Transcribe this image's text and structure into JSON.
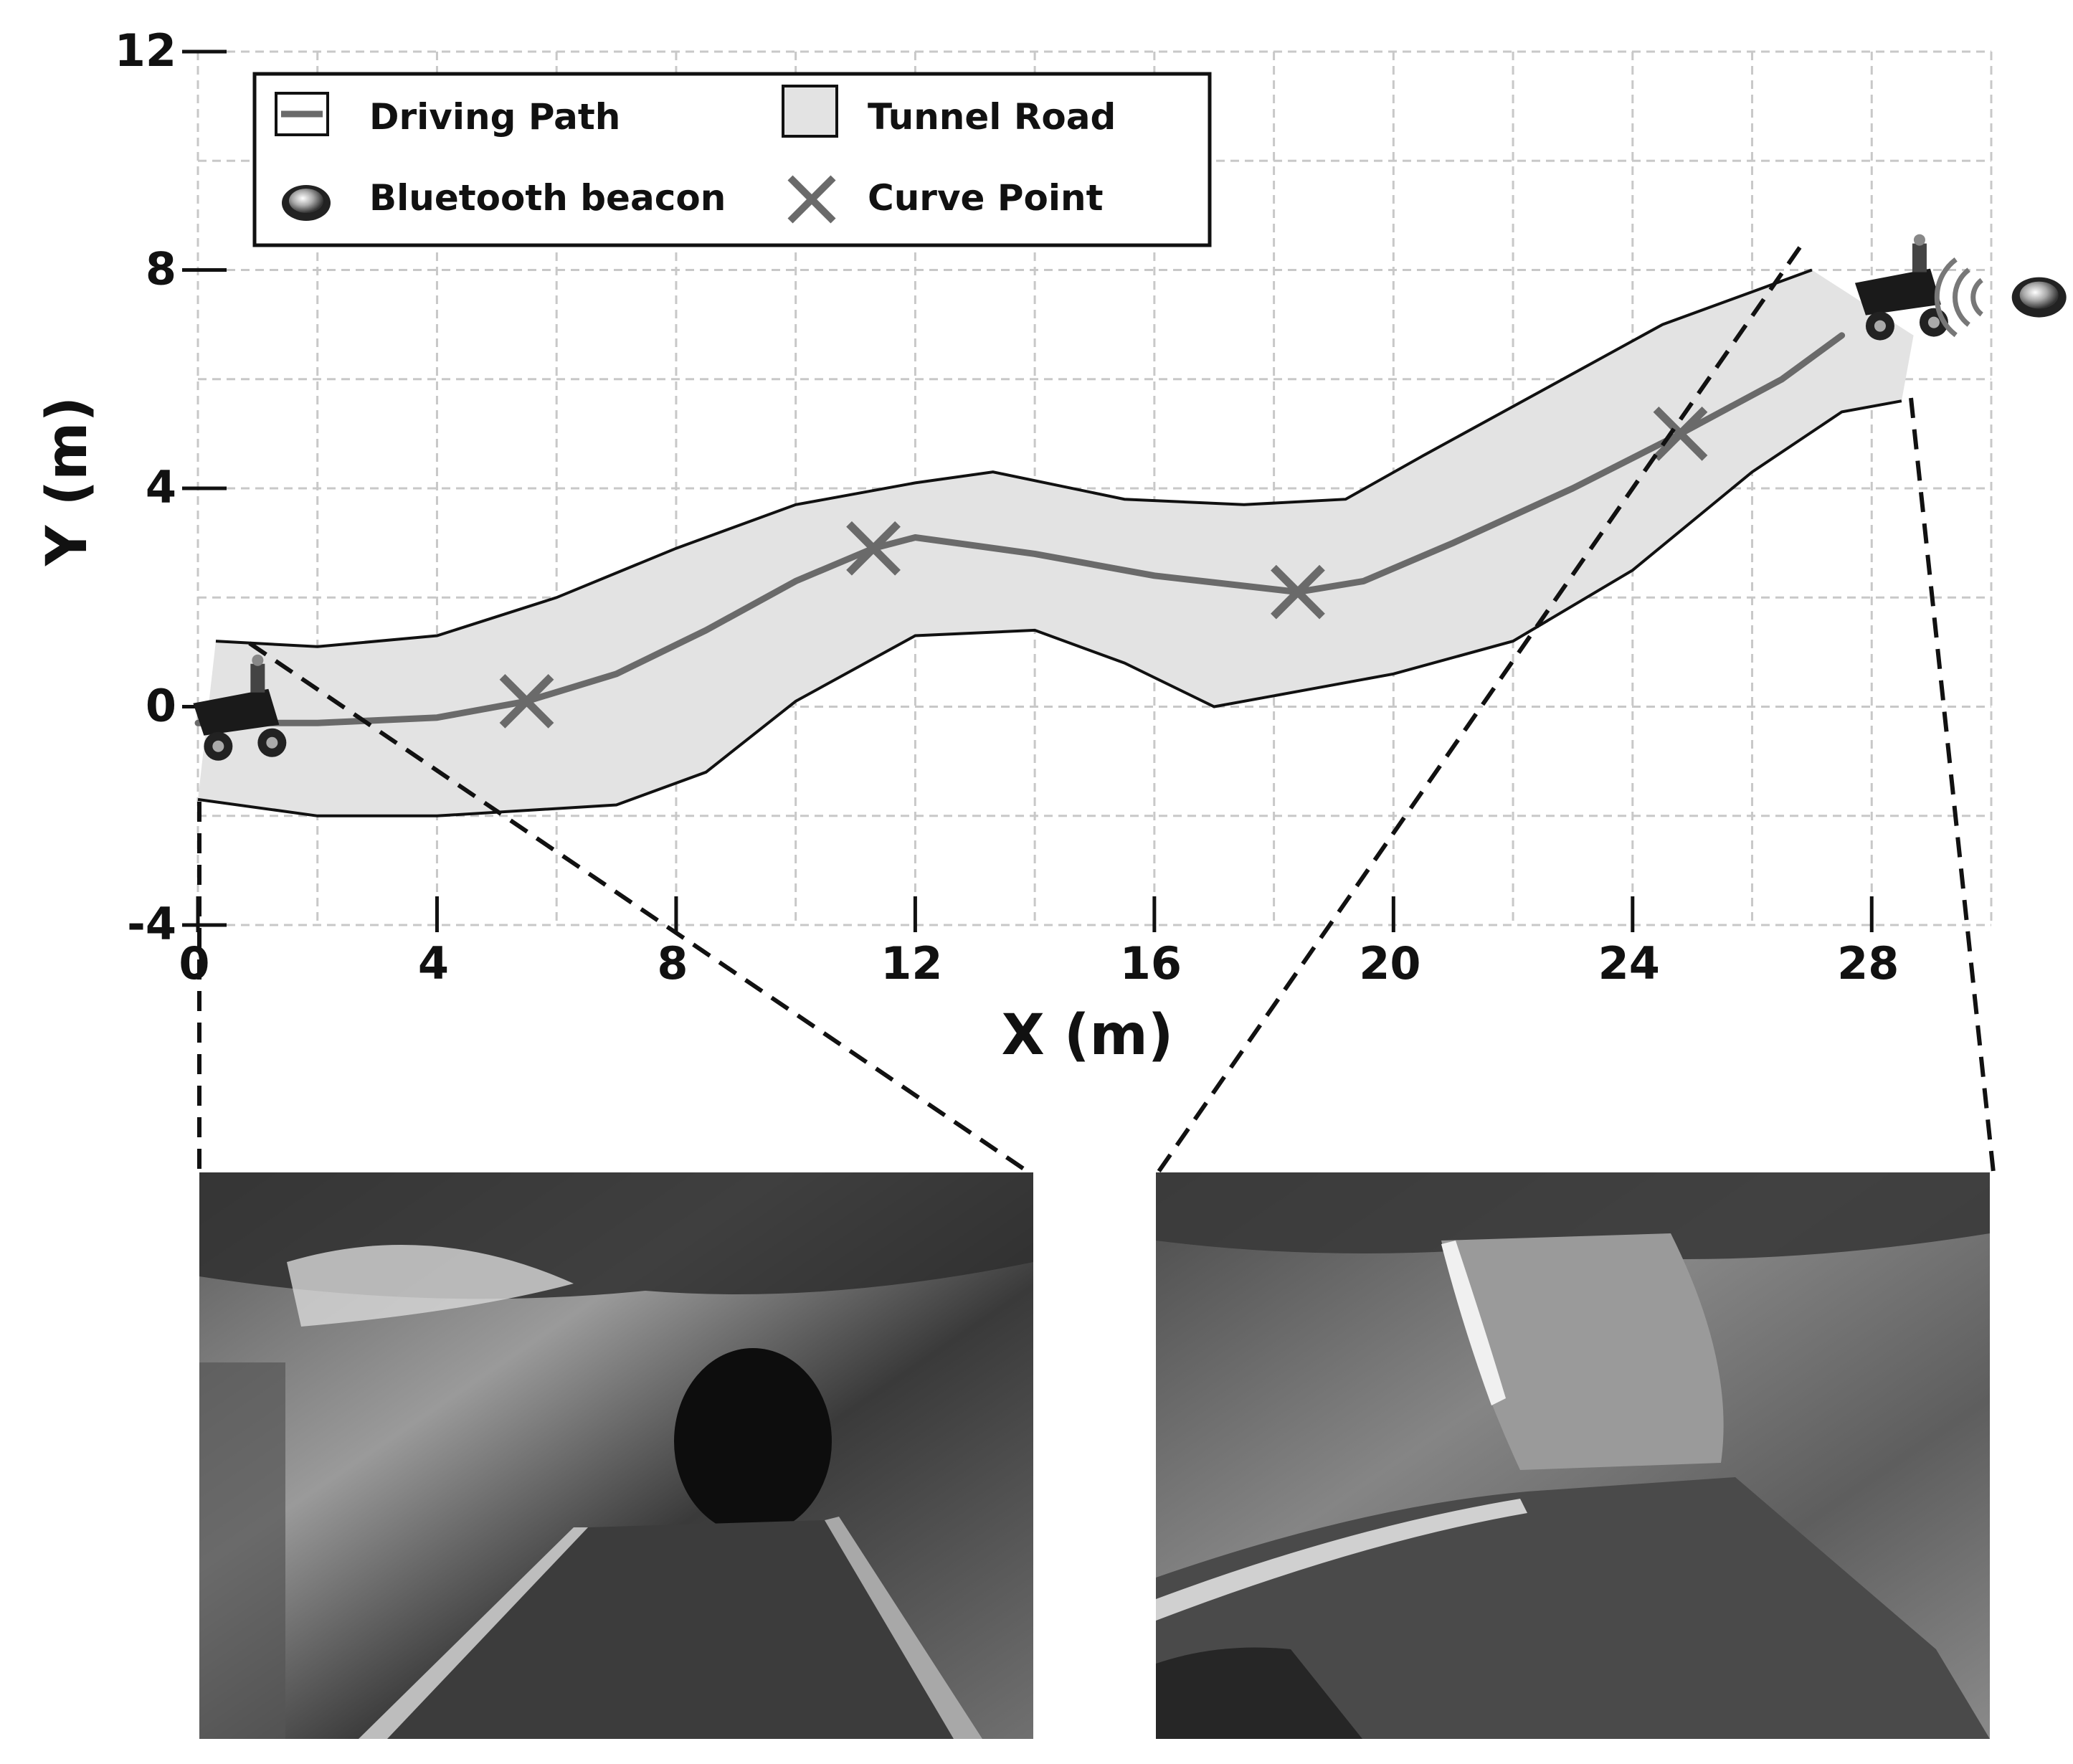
{
  "chart_data": {
    "type": "line",
    "xlabel": "X (m)",
    "ylabel": "Y (m)",
    "xlim": [
      0,
      30
    ],
    "ylim": [
      -4,
      12
    ],
    "xticks": [
      0,
      4,
      8,
      12,
      16,
      20,
      24,
      28
    ],
    "yticks": [
      -4,
      0,
      4,
      8,
      12
    ],
    "grid": true,
    "legend": {
      "placement": "top-left",
      "items": [
        {
          "label": "Driving Path",
          "marker": "line"
        },
        {
          "label": "Tunnel Road",
          "marker": "shaded-area"
        },
        {
          "label": "Bluetooth beacon",
          "marker": "beacon-icon"
        },
        {
          "label": "Curve Point",
          "marker": "x-marker"
        }
      ]
    },
    "driving_path": {
      "x": [
        0,
        2,
        4,
        5.5,
        7,
        8.5,
        10,
        11.3,
        12,
        14,
        16,
        18.4,
        19.5,
        21,
        23,
        24.8,
        26.5,
        27.5
      ],
      "y": [
        -0.3,
        -0.3,
        -0.2,
        0.1,
        0.6,
        1.4,
        2.3,
        2.9,
        3.1,
        2.8,
        2.4,
        2.1,
        2.3,
        3.0,
        4.0,
        5.0,
        6.0,
        6.8
      ]
    },
    "tunnel_road": {
      "upper": {
        "x": [
          0.3,
          2,
          4,
          6,
          8,
          10,
          12,
          13.3,
          15.5,
          17.5,
          19.2,
          20.5,
          22.5,
          24.5,
          26,
          27
        ],
        "y": [
          1.2,
          1.1,
          1.3,
          2.0,
          2.9,
          3.7,
          4.1,
          4.3,
          3.8,
          3.7,
          3.8,
          4.6,
          5.8,
          7.0,
          7.6,
          8.0
        ]
      },
      "lower": {
        "x": [
          0,
          2,
          4,
          7,
          8.5,
          10,
          12,
          14,
          15.5,
          17,
          18.5,
          20,
          22,
          24,
          26,
          27.5,
          28.5
        ],
        "y": [
          -1.7,
          -2.0,
          -2.0,
          -1.8,
          -1.2,
          0.1,
          1.3,
          1.4,
          0.8,
          0.0,
          0.3,
          0.6,
          1.2,
          2.5,
          4.3,
          5.4,
          5.6
        ]
      }
    },
    "curve_points": {
      "x": [
        5.5,
        11.3,
        18.4,
        24.8
      ],
      "y": [
        0.1,
        2.9,
        2.1,
        5.0
      ]
    },
    "robots": [
      {
        "name": "start",
        "x": 0.7,
        "y": -0.2
      },
      {
        "name": "end",
        "x": 28.5,
        "y": 7.5
      }
    ],
    "beacon": {
      "x": 30.8,
      "y": 7.5
    }
  }
}
